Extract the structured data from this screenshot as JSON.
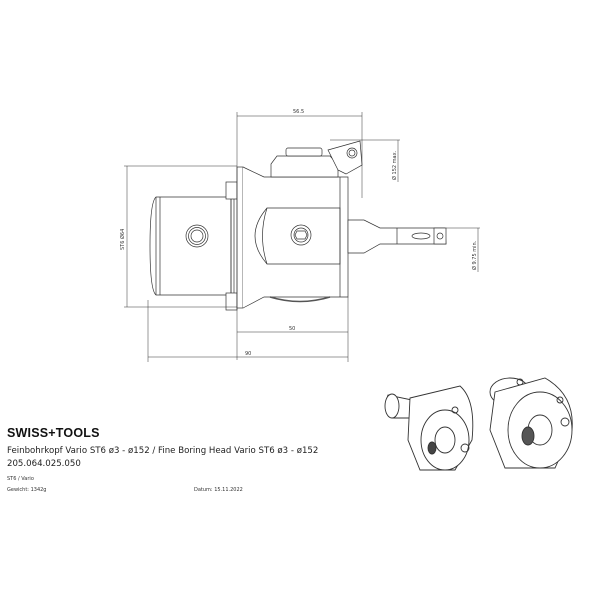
{
  "drawing": {
    "dimensions": {
      "overall_tool_length": "56.5",
      "max_diameter": "Ø 152 max.",
      "min_diameter": "Ø 9.75 min.",
      "shank": "ST6 Ø64",
      "body_length": "50",
      "total_length": "90"
    }
  },
  "title_block": {
    "logo": "SWISS+TOOLS",
    "title": "Feinbohrkopf Vario ST6 ø3 - ø152  /  Fine Boring Head Vario ST6 ø3 - ø152",
    "article_number": "205.064.025.050",
    "series": "ST6 / Vario",
    "weight": "Gewicht: 1342g",
    "date": "Datum: 15.11.2022"
  }
}
